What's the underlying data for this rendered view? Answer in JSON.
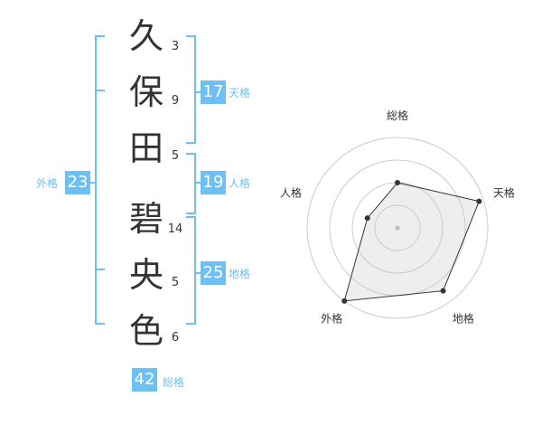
{
  "name_chars": [
    {
      "char": "久",
      "strokes": "3"
    },
    {
      "char": "保",
      "strokes": "9"
    },
    {
      "char": "田",
      "strokes": "5"
    },
    {
      "char": "碧",
      "strokes": "14"
    },
    {
      "char": "央",
      "strokes": "5"
    },
    {
      "char": "色",
      "strokes": "6"
    }
  ],
  "fortunes": {
    "tenkaku": {
      "value": "17",
      "label": "天格"
    },
    "jinkaku": {
      "value": "19",
      "label": "人格"
    },
    "chikaku": {
      "value": "25",
      "label": "地格"
    },
    "gaikaku": {
      "value": "23",
      "label": "外格"
    },
    "soukaku": {
      "value": "42",
      "label": "総格"
    }
  },
  "colors": {
    "accent": "#6cc0f4",
    "text": "#333333",
    "grid": "#cccccc"
  },
  "chart_data": {
    "type": "radar",
    "categories": [
      "総格",
      "天格",
      "地格",
      "外格",
      "人格"
    ],
    "values": [
      0.5,
      0.95,
      0.86,
      1.0,
      0.35
    ],
    "rings": 4,
    "grid": true
  }
}
